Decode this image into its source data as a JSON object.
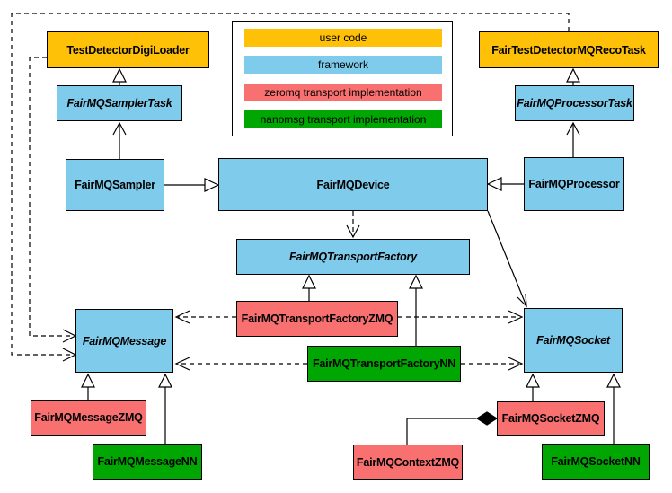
{
  "legend": {
    "items": [
      {
        "label": "user code",
        "color": "#FFC107",
        "category": "user-code"
      },
      {
        "label": "framework",
        "color": "#7FCBEC",
        "category": "framework"
      },
      {
        "label": "zeromq transport implementation",
        "color": "#F97070",
        "category": "zeromq"
      },
      {
        "label": "nanomsg transport implementation",
        "color": "#00A702",
        "category": "nanomsg"
      }
    ]
  },
  "colors": {
    "user_code": "#FFC107",
    "framework": "#7FCBEC",
    "zeromq": "#F97070",
    "nanomsg": "#00A702",
    "line": "#000000",
    "background": "#FFFFFF"
  },
  "nodes": {
    "tddl": {
      "label": "TestDetectorDigiLoader",
      "category": "user-code",
      "abstract": false
    },
    "ftdmrt": {
      "label": "FairTestDetectorMQRecoTask",
      "category": "user-code",
      "abstract": false
    },
    "samplertask": {
      "label": "FairMQSamplerTask",
      "category": "framework",
      "abstract": true
    },
    "processortask": {
      "label": "FairMQProcessorTask",
      "category": "framework",
      "abstract": true
    },
    "sampler": {
      "label": "FairMQSampler",
      "category": "framework",
      "abstract": false
    },
    "device": {
      "label": "FairMQDevice",
      "category": "framework",
      "abstract": false
    },
    "processor": {
      "label": "FairMQProcessor",
      "category": "framework",
      "abstract": false
    },
    "factory": {
      "label": "FairMQTransportFactory",
      "category": "framework",
      "abstract": true
    },
    "factoryzmq": {
      "label": "FairMQTransportFactoryZMQ",
      "category": "zeromq",
      "abstract": false
    },
    "factorynn": {
      "label": "FairMQTransportFactoryNN",
      "category": "nanomsg",
      "abstract": false
    },
    "message": {
      "label": "FairMQMessage",
      "category": "framework",
      "abstract": true
    },
    "socket": {
      "label": "FairMQSocket",
      "category": "framework",
      "abstract": true
    },
    "messagezmq": {
      "label": "FairMQMessageZMQ",
      "category": "zeromq",
      "abstract": false
    },
    "messagenn": {
      "label": "FairMQMessageNN",
      "category": "nanomsg",
      "abstract": false
    },
    "socketzmq": {
      "label": "FairMQSocketZMQ",
      "category": "zeromq",
      "abstract": false
    },
    "socketnn": {
      "label": "FairMQSocketNN",
      "category": "nanomsg",
      "abstract": false
    },
    "contextzmq": {
      "label": "FairMQContextZMQ",
      "category": "zeromq",
      "abstract": false
    }
  },
  "edges": [
    {
      "from": "FairMQSamplerTask",
      "to": "TestDetectorDigiLoader",
      "type": "inheritance",
      "line": "solid"
    },
    {
      "from": "FairMQSampler",
      "to": "FairMQSamplerTask",
      "type": "association",
      "line": "solid"
    },
    {
      "from": "FairMQProcessorTask",
      "to": "FairTestDetectorMQRecoTask",
      "type": "inheritance",
      "line": "solid"
    },
    {
      "from": "FairMQProcessor",
      "to": "FairMQProcessorTask",
      "type": "association",
      "line": "solid"
    },
    {
      "from": "FairMQSampler",
      "to": "FairMQDevice",
      "type": "inheritance",
      "line": "solid"
    },
    {
      "from": "FairMQProcessor",
      "to": "FairMQDevice",
      "type": "inheritance",
      "line": "solid"
    },
    {
      "from": "FairMQDevice",
      "to": "FairMQTransportFactory",
      "type": "dependency",
      "line": "dashed"
    },
    {
      "from": "FairMQDevice",
      "to": "FairMQSocket",
      "type": "association",
      "line": "solid"
    },
    {
      "from": "FairMQTransportFactoryZMQ",
      "to": "FairMQTransportFactory",
      "type": "inheritance",
      "line": "solid"
    },
    {
      "from": "FairMQTransportFactoryNN",
      "to": "FairMQTransportFactory",
      "type": "inheritance",
      "line": "solid"
    },
    {
      "from": "FairMQTransportFactoryZMQ",
      "to": "FairMQMessage",
      "type": "dependency",
      "line": "dashed"
    },
    {
      "from": "FairMQTransportFactoryZMQ",
      "to": "FairMQSocket",
      "type": "dependency",
      "line": "dashed"
    },
    {
      "from": "FairMQTransportFactoryNN",
      "to": "FairMQMessage",
      "type": "dependency",
      "line": "dashed"
    },
    {
      "from": "FairMQTransportFactoryNN",
      "to": "FairMQSocket",
      "type": "dependency",
      "line": "dashed"
    },
    {
      "from": "TestDetectorDigiLoader",
      "to": "FairMQMessage",
      "type": "dependency",
      "line": "dashed"
    },
    {
      "from": "FairTestDetectorMQRecoTask",
      "to": "FairMQMessage",
      "type": "dependency",
      "line": "dashed"
    },
    {
      "from": "FairMQMessageZMQ",
      "to": "FairMQMessage",
      "type": "inheritance",
      "line": "solid"
    },
    {
      "from": "FairMQMessageNN",
      "to": "FairMQMessage",
      "type": "inheritance",
      "line": "solid"
    },
    {
      "from": "FairMQSocketZMQ",
      "to": "FairMQSocket",
      "type": "inheritance",
      "line": "solid"
    },
    {
      "from": "FairMQSocketNN",
      "to": "FairMQSocket",
      "type": "inheritance",
      "line": "solid"
    },
    {
      "from": "FairMQContextZMQ",
      "to": "FairMQSocketZMQ",
      "type": "composition",
      "line": "solid"
    }
  ]
}
